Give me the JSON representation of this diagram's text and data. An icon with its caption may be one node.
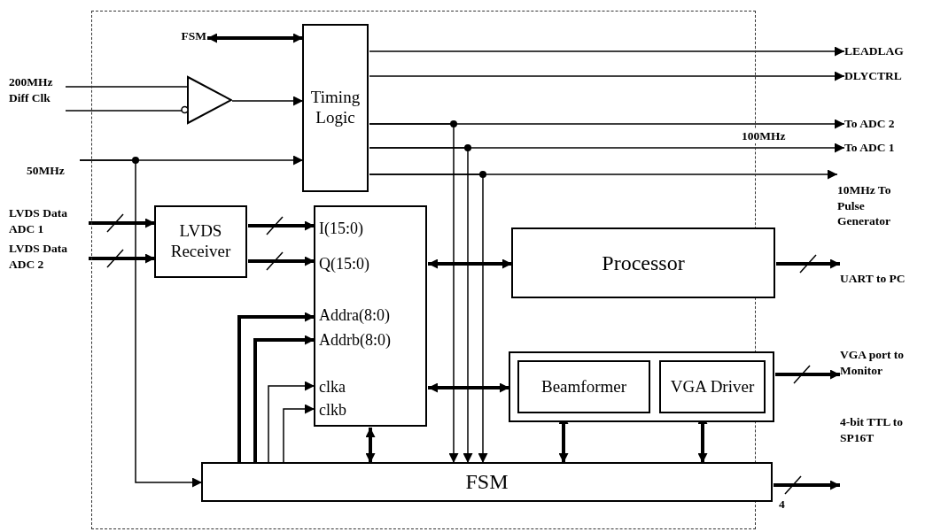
{
  "diagram": {
    "nodes": [
      {
        "text": [],
        "shape": "box"
      },
      {
        "text": [
          "FSM"
        ],
        "in": 0
      },
      {
        "text": [
          "200MHz Diff Clk"
        ]
      },
      {
        "text": [],
        "shape": "triangle",
        "in": 0
      },
      {
        "text": [
          "Timing Logic"
        ],
        "in": 0
      },
      {
        "text": [
          "50MHz"
        ]
      },
      {
        "text": [
          "LVDS Data ADC 1"
        ]
      },
      {
        "text": [
          "LVDS Data ADC 2"
        ]
      },
      {
        "text": [
          "LVDS Receiver"
        ],
        "in": 0
      },
      {
        "text": [
          "I(15:0)",
          "Q(15:0)",
          "Addra(8:0)",
          "Addrb(8:0)",
          "clka",
          "clkb"
        ],
        "in": 0
      },
      {
        "text": [
          "Processor"
        ],
        "in": 0
      },
      {
        "text": [],
        "shape": "box",
        "in": 0
      },
      {
        "text": [
          "Beamformer"
        ],
        "in": 11
      },
      {
        "text": [
          "VGA Driver"
        ],
        "in": 11
      },
      {
        "text": [
          "FSM"
        ],
        "in": 0
      },
      {
        "text": [
          "LEADLAG"
        ]
      },
      {
        "text": [
          "DLYCTRL"
        ]
      },
      {
        "text": [
          "To ADC 2"
        ]
      },
      {
        "text": [
          "To ADC 1"
        ]
      },
      {
        "text": [
          "10MHz To Pulse Generator"
        ]
      },
      {
        "text": [
          "UART to PC"
        ]
      },
      {
        "text": [
          "VGA port to Monitor"
        ]
      },
      {
        "text": [
          "4-bit TTL to SP16T"
        ]
      }
    ],
    "edges": [
      {
        "from": 1,
        "to": 4,
        "arrow": "both",
        "style": "thick"
      },
      {
        "from": 2,
        "to": 3,
        "arrow": "none"
      },
      {
        "from": 2,
        "to": 3,
        "arrow": "none"
      },
      {
        "from": 3,
        "to": 4,
        "arrow": "to"
      },
      {
        "from": 5,
        "to": 4,
        "arrow": "to"
      },
      {
        "from": 5,
        "to": 14,
        "arrow": "to"
      },
      {
        "from": 6,
        "to": 8,
        "arrow": "to",
        "style": "thick"
      },
      {
        "from": 7,
        "to": 8,
        "arrow": "to",
        "style": "thick"
      },
      {
        "from": 8,
        "to": 9,
        "arrow": "to",
        "style": "thick"
      },
      {
        "from": 8,
        "to": 9,
        "arrow": "to",
        "style": "thick"
      },
      {
        "from": 9,
        "to": 10,
        "arrow": "both",
        "style": "thick"
      },
      {
        "from": 9,
        "to": 11,
        "arrow": "both",
        "style": "thick"
      },
      {
        "from": 14,
        "to": 9,
        "arrow": "to",
        "style": "thick"
      },
      {
        "from": 14,
        "to": 9,
        "arrow": "to",
        "style": "thick"
      },
      {
        "from": 14,
        "to": 9,
        "arrow": "to"
      },
      {
        "from": 14,
        "to": 9,
        "arrow": "to"
      },
      {
        "from": 9,
        "to": 14,
        "arrow": "both",
        "style": "thick"
      },
      {
        "from": 4,
        "to": 15,
        "arrow": "to"
      },
      {
        "from": 4,
        "to": 16,
        "arrow": "to"
      },
      {
        "from": 4,
        "to": 17,
        "arrow": "to"
      },
      {
        "from": 4,
        "to": 18,
        "arrow": "to",
        "label": "100MHz"
      },
      {
        "from": 4,
        "to": 19,
        "arrow": "to"
      },
      {
        "from": 4,
        "to": 14,
        "arrow": "to"
      },
      {
        "from": 4,
        "to": 14,
        "arrow": "to"
      },
      {
        "from": 4,
        "to": 14,
        "arrow": "to"
      },
      {
        "from": 10,
        "to": 20,
        "arrow": "to",
        "style": "thick"
      },
      {
        "from": 11,
        "to": 21,
        "arrow": "to",
        "style": "thick"
      },
      {
        "from": 12,
        "to": 14,
        "arrow": "both",
        "style": "thick"
      },
      {
        "from": 13,
        "to": 14,
        "arrow": "both",
        "style": "thick"
      },
      {
        "from": 14,
        "to": 22,
        "arrow": "to",
        "style": "thick",
        "label": "4"
      }
    ]
  }
}
